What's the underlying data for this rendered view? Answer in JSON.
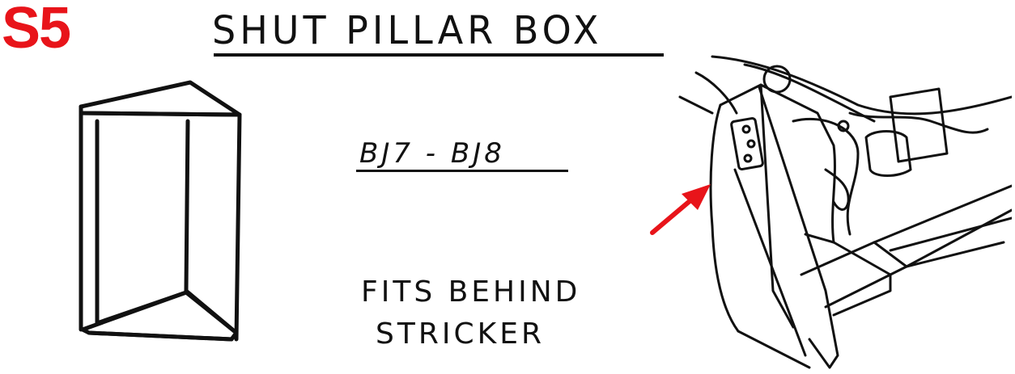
{
  "code": "S5",
  "title": "SHUT PILLAR BOX",
  "model": "BJ7 - BJ8",
  "note": {
    "line1": "FITS BEHIND",
    "line2": "STRICKER"
  },
  "colors": {
    "code": "#e8141a",
    "arrow": "#e8141a",
    "ink": "#111111"
  },
  "icons": {
    "part": "triangular-box-drawing",
    "location": "door-shut-pillar-illustration",
    "pointer": "red-arrow-icon"
  }
}
